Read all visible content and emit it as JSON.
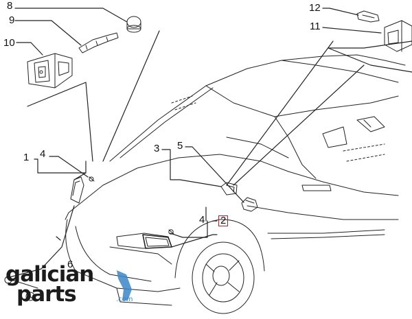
{
  "callouts": {
    "c8": "8",
    "c9": "9",
    "c10": "10",
    "c12": "12",
    "c11": "11",
    "c1": "1",
    "c4_left": "4",
    "c3": "3",
    "c5": "5",
    "c4_center": "4",
    "c2": "2",
    "c6": "6"
  },
  "watermark": {
    "line1": "galician",
    "line2": "parts",
    "suffix": ".com",
    "accent_color": "#3a86c9"
  },
  "colors": {
    "line": "#222222",
    "highlight_box": "#c0202a"
  }
}
